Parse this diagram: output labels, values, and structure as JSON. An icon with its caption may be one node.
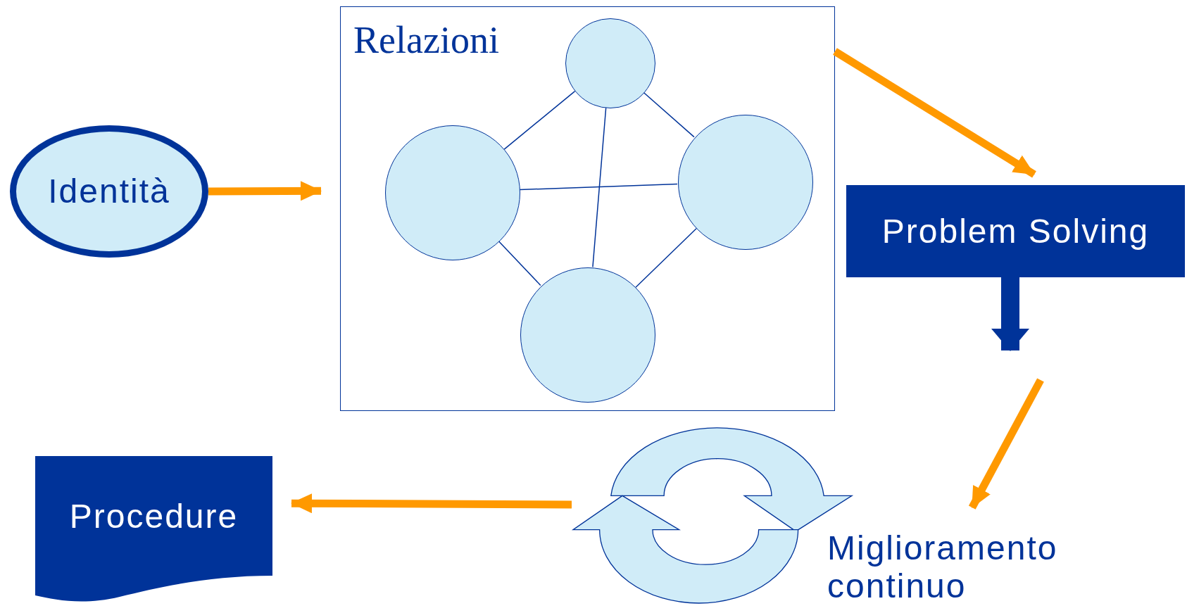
{
  "diagram": {
    "nodes": [
      {
        "text": [
          "Identità"
        ]
      },
      {
        "text": [
          "Relazioni"
        ]
      },
      {
        "text": [],
        "shape": "circle",
        "in": 1
      },
      {
        "text": [],
        "shape": "circle",
        "in": 1
      },
      {
        "text": [],
        "shape": "circle",
        "in": 1
      },
      {
        "text": [],
        "shape": "circle",
        "in": 1
      },
      {
        "text": [
          "Problem Solving"
        ]
      },
      {
        "text": [
          "Miglioramento continuo"
        ]
      },
      {
        "text": [
          "Procedure"
        ]
      }
    ],
    "edges": [
      {
        "from": 0,
        "to": 1,
        "arrow": "to",
        "style": "thick",
        "color": "#ff9900"
      },
      {
        "from": 2,
        "to": 3,
        "arrow": "none"
      },
      {
        "from": 2,
        "to": 4,
        "arrow": "none"
      },
      {
        "from": 2,
        "to": 5,
        "arrow": "none"
      },
      {
        "from": 3,
        "to": 4,
        "arrow": "none"
      },
      {
        "from": 3,
        "to": 5,
        "arrow": "none"
      },
      {
        "from": 4,
        "to": 5,
        "arrow": "none"
      },
      {
        "from": 1,
        "to": 6,
        "arrow": "to",
        "style": "thick",
        "color": "#ff9900"
      },
      {
        "from": 6,
        "to": null,
        "arrow": "to",
        "style": "thick"
      },
      {
        "from": null,
        "to": 7,
        "arrow": "to",
        "style": "thick",
        "color": "#ff9900"
      },
      {
        "from": 7,
        "to": 8,
        "arrow": "to",
        "style": "thick",
        "color": "#ff9900"
      }
    ]
  }
}
